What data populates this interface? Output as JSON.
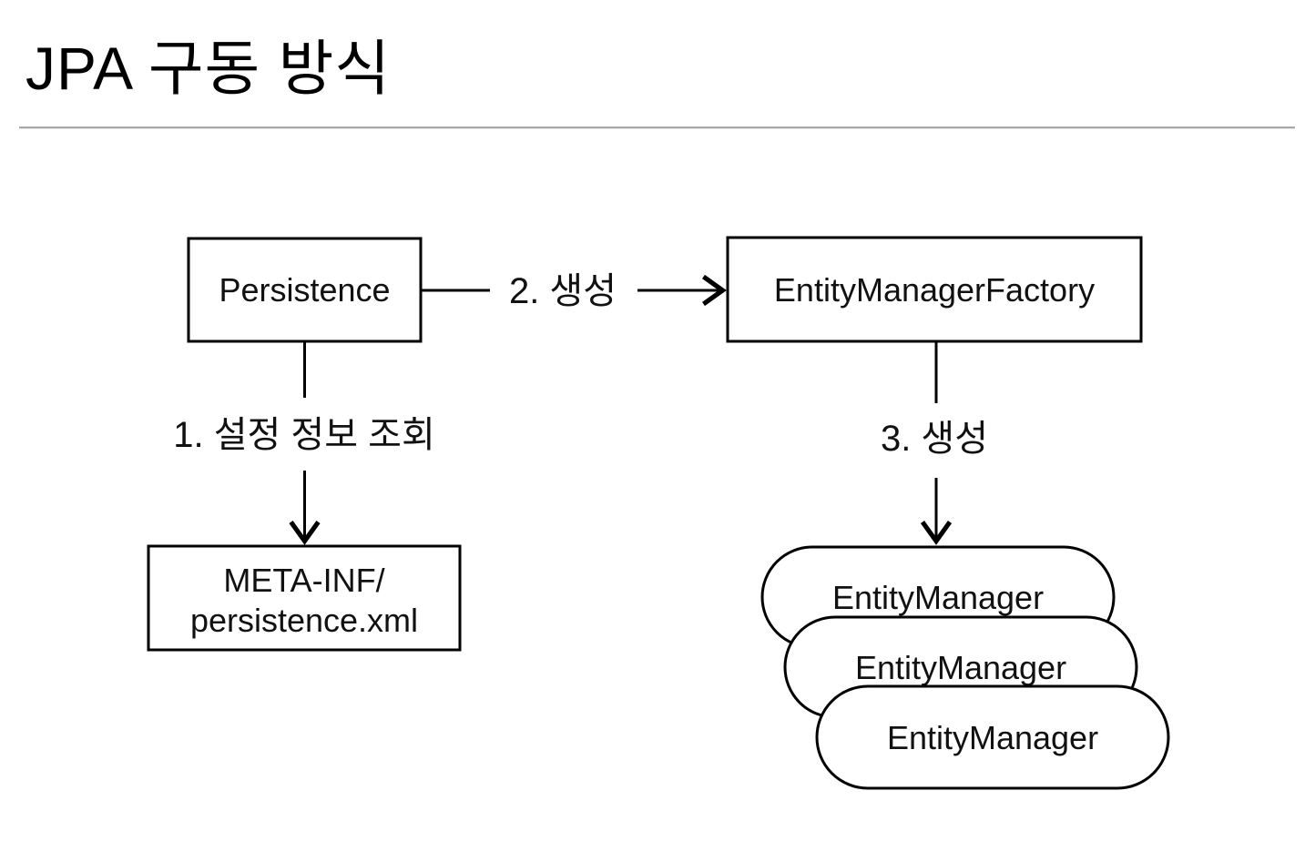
{
  "page": {
    "title": "JPA 구동 방식"
  },
  "diagram": {
    "nodes": {
      "persistence": {
        "label": "Persistence"
      },
      "entity_manager_factory": {
        "label": "EntityManagerFactory"
      },
      "meta_inf": {
        "line1": "META-INF/",
        "line2": "persistence.xml"
      },
      "entity_managers": [
        {
          "label": "EntityManager"
        },
        {
          "label": "EntityManager"
        },
        {
          "label": "EntityManager"
        }
      ]
    },
    "edges": {
      "step1": {
        "label": "1. 설정 정보 조회"
      },
      "step2": {
        "label": "2. 생성"
      },
      "step3": {
        "label": "3. 생성"
      }
    },
    "colors": {
      "stroke": "#000000",
      "fill": "#ffffff",
      "text": "#111111",
      "divider": "#a8a8a8"
    }
  }
}
